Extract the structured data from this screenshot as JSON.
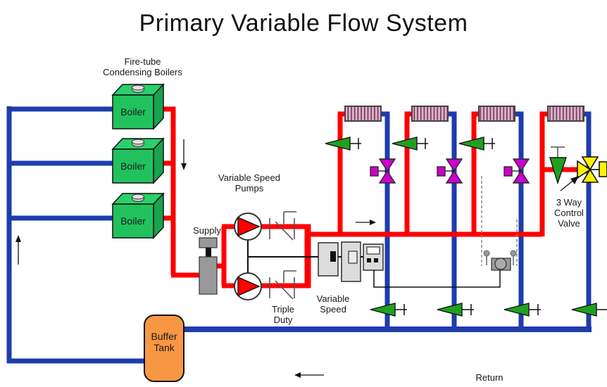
{
  "title": "Primary Variable Flow System",
  "labels": {
    "boiler_group": "Fire-tube\nCondensing Boilers",
    "boiler": "Boiler",
    "buffer_tank": "Buffer\nTank",
    "supply": "Supply",
    "pumps": "Variable Speed\nPumps",
    "triple_duty": "Triple\nDuty",
    "variable_speed_drive": "Variable\nSpeed",
    "three_way_valve": "3 Way\nControl\nValve",
    "return_line": "Return"
  },
  "colors": {
    "supply-pipe": "#ff0000",
    "return-pipe": "#1e3cad",
    "boiler-front": "#21c25e",
    "boiler-top": "#2bd06a",
    "boiler-side": "#17a34e",
    "valve-green": "#1fa11f",
    "valve-purple": "#cc00cc",
    "valve-yellow": "#fff200",
    "tank-orange": "#f89743",
    "coil-pink": "#f2a7cf",
    "coil-stripe": "#4a4a4a",
    "equip-gray": "#999999",
    "panel-gray": "#dcdcdc"
  }
}
